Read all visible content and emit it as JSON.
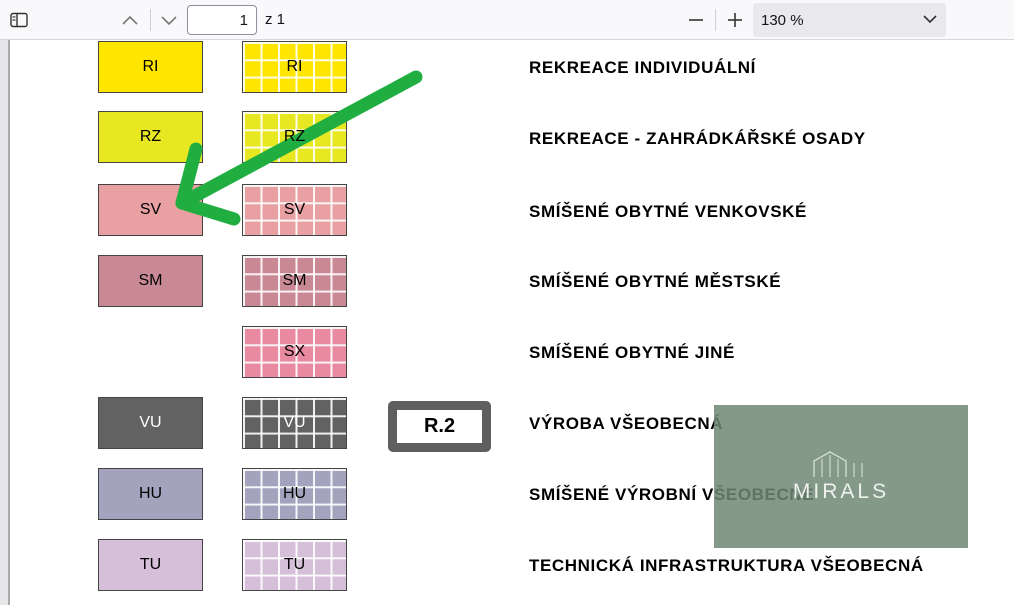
{
  "toolbar": {
    "page_number": "1",
    "page_of": "z 1",
    "zoom": "130 %",
    "icons": [
      "sidebar-toggle-icon",
      "chevron-up-icon",
      "chevron-down-icon",
      "minus-icon",
      "plus-icon",
      "chevron-down-icon"
    ]
  },
  "legend": [
    {
      "code": "RI",
      "code_grid": "RI",
      "text": "REKREACE INDIVIDUÁLNÍ",
      "color": "#ffe600",
      "has_solid": true
    },
    {
      "code": "RZ",
      "code_grid": "RZ",
      "text": "REKREACE - ZAHRÁDKÁŘSKÉ OSADY",
      "color": "#e8e822",
      "has_solid": true
    },
    {
      "code": "SV",
      "code_grid": "SV",
      "text": "SMÍŠENÉ OBYTNÉ VENKOVSKÉ",
      "color": "#e8a0a2",
      "has_solid": true
    },
    {
      "code": "SM",
      "code_grid": "SM",
      "text": "SMÍŠENÉ OBYTNÉ MĚSTSKÉ",
      "color": "#c98994",
      "has_solid": true
    },
    {
      "code": "",
      "code_grid": "SX",
      "text": "SMÍŠENÉ OBYTNÉ JINÉ",
      "color": "#e98aa0",
      "has_solid": false
    },
    {
      "code": "VU",
      "code_grid": "VU",
      "text": "VÝROBA VŠEOBECNÁ",
      "color": "#626262",
      "has_solid": true
    },
    {
      "code": "HU",
      "code_grid": "HU",
      "text": "SMÍŠENÉ VÝROBNÍ VŠEOBECNÉ",
      "color": "#a3a3bd",
      "has_solid": true
    },
    {
      "code": "TU",
      "code_grid": "TU",
      "text": "TECHNICKÁ INFRASTRUKTURA VŠEOBECNÁ",
      "color": "#d5bfd9",
      "has_solid": true
    }
  ],
  "r2_label": "R.2",
  "watermark": {
    "text": "MIRALS",
    "color": "#6e8773"
  },
  "arrow_color": "#1fae3f"
}
